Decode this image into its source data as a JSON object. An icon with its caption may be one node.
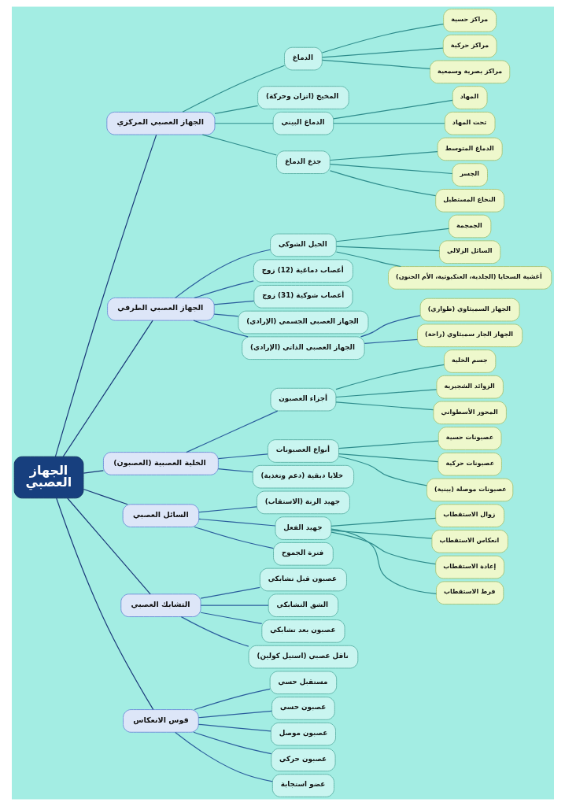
{
  "diagram": {
    "nodes": [
      {
        "text": [
          "الجهاز العصبي"
        ]
      },
      {
        "text": [
          "الجهاز العصبي المركزي"
        ]
      },
      {
        "text": [
          "الدماغ"
        ]
      },
      {
        "text": [
          "مراكز حسية"
        ]
      },
      {
        "text": [
          "مراكز حركية"
        ]
      },
      {
        "text": [
          "مراكز بصرية وسمعية"
        ]
      },
      {
        "text": [
          "المخيخ (اتزان وحركة)"
        ]
      },
      {
        "text": [
          "الدماغ البيني"
        ]
      },
      {
        "text": [
          "المهاد"
        ]
      },
      {
        "text": [
          "تحت المهاد"
        ]
      },
      {
        "text": [
          "جذع الدماغ"
        ]
      },
      {
        "text": [
          "الدماغ المتوسط"
        ]
      },
      {
        "text": [
          "الجسر"
        ]
      },
      {
        "text": [
          "النخاع المستطيل"
        ]
      },
      {
        "text": [
          "الجهاز العصبي الطرفي"
        ]
      },
      {
        "text": [
          "الحبل الشوكي"
        ]
      },
      {
        "text": [
          "الجمجمة"
        ]
      },
      {
        "text": [
          "السائل الزلالي"
        ]
      },
      {
        "text": [
          "أغشية السحايا (الجلدية، العنكبوتية، الأم الحنون)"
        ]
      },
      {
        "text": [
          "أعصاب دماغية (12) زوج"
        ]
      },
      {
        "text": [
          "أعصاب شوكية (31) زوج"
        ]
      },
      {
        "text": [
          "الجهاز العصبي الجسمي (الإرادي)"
        ]
      },
      {
        "text": [
          "الجهاز العصبي الذاتي (الإرادي)"
        ]
      },
      {
        "text": [
          "الجهاز السمبثاوي (طواري)"
        ]
      },
      {
        "text": [
          "الجهاز الجار سمبثاوي (راحة)"
        ]
      },
      {
        "text": [
          "الخلية العصبية (العصبون)"
        ]
      },
      {
        "text": [
          "أجزاء العصبون"
        ]
      },
      {
        "text": [
          "جسم الخلية"
        ]
      },
      {
        "text": [
          "الزوائد الشجيرية"
        ]
      },
      {
        "text": [
          "المحور الأسطواني"
        ]
      },
      {
        "text": [
          "أنواع العصبونات"
        ]
      },
      {
        "text": [
          "عصبونات حسية"
        ]
      },
      {
        "text": [
          "عصبونات حركية"
        ]
      },
      {
        "text": [
          "عصبونات موصلة (بينية)"
        ]
      },
      {
        "text": [
          "خلايا دبقية (دعم وتغذية)"
        ]
      },
      {
        "text": [
          "السائل العصبي"
        ]
      },
      {
        "text": [
          "جهيد الرنة (الاستقاب)"
        ]
      },
      {
        "text": [
          "جهيد الفعل"
        ]
      },
      {
        "text": [
          "فترة الجموح"
        ]
      },
      {
        "text": [
          "زوال الاستقطاب"
        ]
      },
      {
        "text": [
          "انعكاس الاستقطاب"
        ]
      },
      {
        "text": [
          "إعادة الاستقطاب"
        ]
      },
      {
        "text": [
          "فرط الاستقطاب"
        ]
      },
      {
        "text": [
          "التشابك العصبي"
        ]
      },
      {
        "text": [
          "عصبون قبل تشابكي"
        ]
      },
      {
        "text": [
          "الشق التشابكي"
        ]
      },
      {
        "text": [
          "عصبون بعد تشابكي"
        ]
      },
      {
        "text": [
          "ناقل عصبي (استيل كولين)"
        ]
      },
      {
        "text": [
          "قوس الانعكاس"
        ]
      },
      {
        "text": [
          "مستقبل حسي"
        ]
      },
      {
        "text": [
          "عصبون حسي"
        ]
      },
      {
        "text": [
          "عصبون موصل"
        ]
      },
      {
        "text": [
          "عصبون حركي"
        ]
      },
      {
        "text": [
          "عضو استجابة"
        ]
      }
    ],
    "edges": [
      {
        "from": 0,
        "to": 1,
        "arrow": "none",
        "color": "#1b3a7a"
      },
      {
        "from": 1,
        "to": 2,
        "arrow": "none"
      },
      {
        "from": 2,
        "to": 3,
        "arrow": "none"
      },
      {
        "from": 2,
        "to": 4,
        "arrow": "none"
      },
      {
        "from": 2,
        "to": 5,
        "arrow": "none"
      },
      {
        "from": 1,
        "to": 6,
        "arrow": "none"
      },
      {
        "from": 1,
        "to": 7,
        "arrow": "none"
      },
      {
        "from": 7,
        "to": 8,
        "arrow": "none"
      },
      {
        "from": 7,
        "to": 9,
        "arrow": "none"
      },
      {
        "from": 1,
        "to": 10,
        "arrow": "none"
      },
      {
        "from": 10,
        "to": 11,
        "arrow": "none"
      },
      {
        "from": 10,
        "to": 12,
        "arrow": "none"
      },
      {
        "from": 10,
        "to": 13,
        "arrow": "none"
      },
      {
        "from": 0,
        "to": 14,
        "arrow": "none",
        "color": "#1b3a7a"
      },
      {
        "from": 14,
        "to": 15,
        "arrow": "none",
        "color": "#2a5d9c"
      },
      {
        "from": 15,
        "to": 16,
        "arrow": "none"
      },
      {
        "from": 15,
        "to": 17,
        "arrow": "none"
      },
      {
        "from": 15,
        "to": 18,
        "arrow": "none"
      },
      {
        "from": 14,
        "to": 19,
        "arrow": "none",
        "color": "#2a5d9c"
      },
      {
        "from": 14,
        "to": 20,
        "arrow": "none",
        "color": "#2a5d9c"
      },
      {
        "from": 14,
        "to": 21,
        "arrow": "none",
        "color": "#2a5d9c"
      },
      {
        "from": 14,
        "to": 22,
        "arrow": "none",
        "color": "#2a5d9c"
      },
      {
        "from": 22,
        "to": 23,
        "arrow": "none",
        "color": "#2a5d9c"
      },
      {
        "from": 22,
        "to": 24,
        "arrow": "none",
        "color": "#2a5d9c"
      },
      {
        "from": 0,
        "to": 25,
        "arrow": "none",
        "color": "#1b3a7a"
      },
      {
        "from": 25,
        "to": 26,
        "arrow": "none",
        "color": "#2a5d9c"
      },
      {
        "from": 26,
        "to": 27,
        "arrow": "none"
      },
      {
        "from": 26,
        "to": 28,
        "arrow": "none"
      },
      {
        "from": 26,
        "to": 29,
        "arrow": "none"
      },
      {
        "from": 25,
        "to": 30,
        "arrow": "none",
        "color": "#2a5d9c"
      },
      {
        "from": 30,
        "to": 31,
        "arrow": "none"
      },
      {
        "from": 30,
        "to": 32,
        "arrow": "none"
      },
      {
        "from": 30,
        "to": 33,
        "arrow": "none"
      },
      {
        "from": 25,
        "to": 34,
        "arrow": "none",
        "color": "#2a5d9c"
      },
      {
        "from": 0,
        "to": 35,
        "arrow": "none",
        "color": "#1b3a7a"
      },
      {
        "from": 35,
        "to": 36,
        "arrow": "none",
        "color": "#2a5d9c"
      },
      {
        "from": 35,
        "to": 37,
        "arrow": "none",
        "color": "#2a5d9c"
      },
      {
        "from": 37,
        "to": 39,
        "arrow": "none"
      },
      {
        "from": 37,
        "to": 40,
        "arrow": "none"
      },
      {
        "from": 37,
        "to": 41,
        "arrow": "none"
      },
      {
        "from": 37,
        "to": 42,
        "arrow": "none"
      },
      {
        "from": 35,
        "to": 38,
        "arrow": "none",
        "color": "#2a5d9c"
      },
      {
        "from": 0,
        "to": 43,
        "arrow": "none",
        "color": "#1b3a7a"
      },
      {
        "from": 43,
        "to": 44,
        "arrow": "none",
        "color": "#2a5d9c"
      },
      {
        "from": 43,
        "to": 45,
        "arrow": "none",
        "color": "#2a5d9c"
      },
      {
        "from": 43,
        "to": 46,
        "arrow": "none",
        "color": "#2a5d9c"
      },
      {
        "from": 43,
        "to": 47,
        "arrow": "none",
        "color": "#2a5d9c"
      },
      {
        "from": 0,
        "to": 48,
        "arrow": "none",
        "color": "#1b3a7a"
      },
      {
        "from": 48,
        "to": 49,
        "arrow": "none",
        "color": "#2a5d9c"
      },
      {
        "from": 48,
        "to": 50,
        "arrow": "none",
        "color": "#2a5d9c"
      },
      {
        "from": 48,
        "to": 51,
        "arrow": "none",
        "color": "#2a5d9c"
      },
      {
        "from": 48,
        "to": 52,
        "arrow": "none",
        "color": "#2a5d9c"
      },
      {
        "from": 48,
        "to": 53,
        "arrow": "none",
        "color": "#2a5d9c"
      }
    ]
  }
}
